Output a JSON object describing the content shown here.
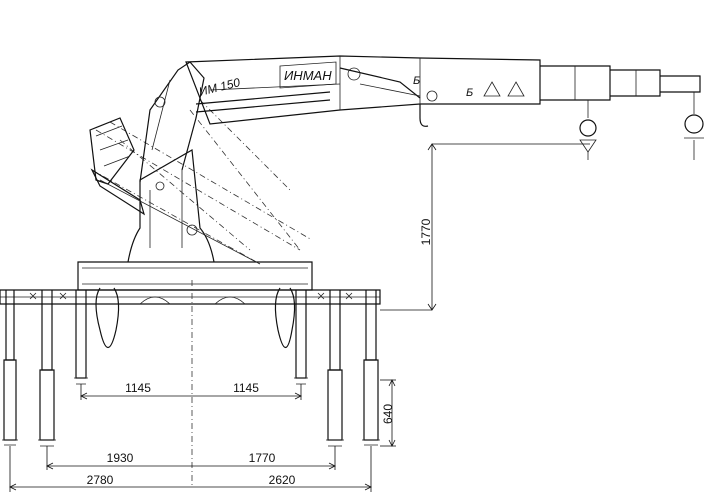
{
  "boom_labels": {
    "model": "ИМ 150",
    "brand": "ИНМАН",
    "section_a": "Б",
    "section_b": "Б"
  },
  "dimensions": {
    "reach_height": "1770",
    "inner_left": "1145",
    "inner_right": "1145",
    "outrigger_height": "640",
    "mid_left": "1930",
    "mid_right": "1770",
    "outer_left": "2780",
    "outer_right": "2620"
  }
}
